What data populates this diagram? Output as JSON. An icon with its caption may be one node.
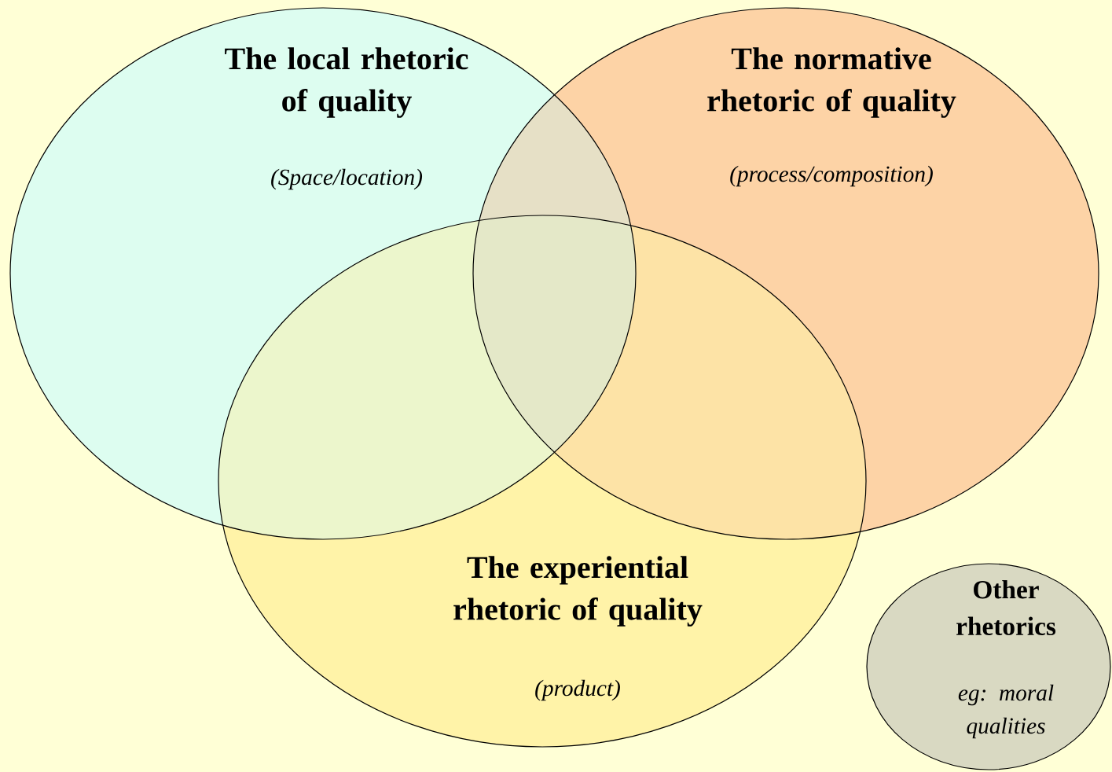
{
  "diagram": {
    "nodes": [
      {
        "text": [
          "The local rhetoric of quality",
          "(Space/location)"
        ]
      },
      {
        "text": [
          "The normative rhetoric of quality",
          "(process/composition)"
        ]
      },
      {
        "text": [
          "The experiential rhetoric of quality",
          "(product)"
        ]
      },
      {
        "text": [
          "Other rhetorics",
          "eg: moral qualities"
        ]
      }
    ]
  }
}
